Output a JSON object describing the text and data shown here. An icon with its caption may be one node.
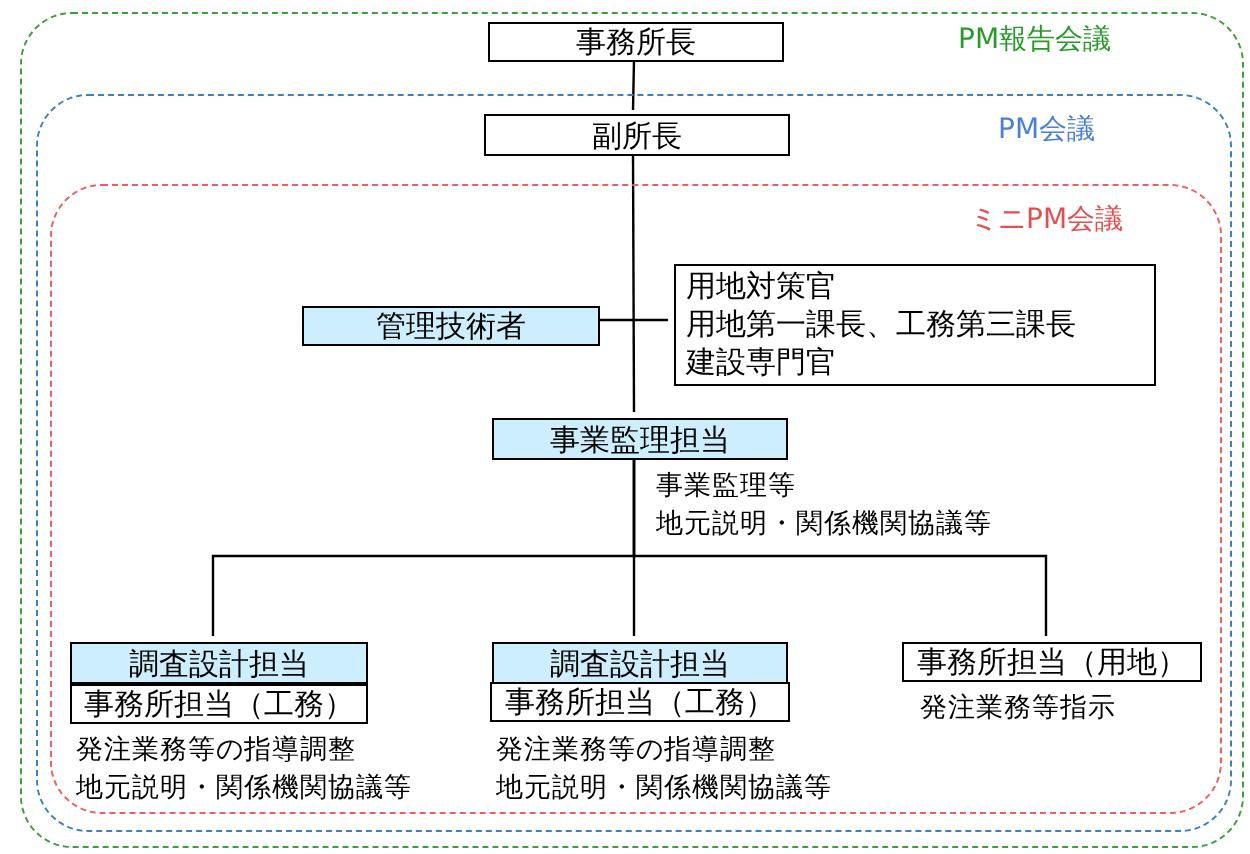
{
  "diagram": {
    "nodes": [
      {
        "text": [
          "PM報告会議"
        ]
      },
      {
        "text": [
          "PM会議"
        ],
        "in": 0
      },
      {
        "text": [
          "ミニPM会議"
        ],
        "in": 1
      },
      {
        "text": [
          "事務所長"
        ],
        "in": 0
      },
      {
        "text": [
          "副所長"
        ],
        "in": 1
      },
      {
        "text": [
          "管理技術者"
        ],
        "in": 2
      },
      {
        "text": [
          "用地対策官",
          "用地第一課長、工務第三課長",
          "建設専門官"
        ],
        "in": 2
      },
      {
        "text": [
          "事業監理担当"
        ],
        "in": 2,
        "beside": [
          "事業監理等",
          "地元説明・関係機関協議等"
        ]
      },
      {
        "text": [
          "調査設計担当"
        ],
        "in": 2
      },
      {
        "text": [
          "事務所担当（工務）"
        ],
        "in": 2,
        "beside": [
          "発注業務等の指導調整",
          "地元説明・関係機関協議等"
        ]
      },
      {
        "text": [
          "調査設計担当"
        ],
        "in": 2
      },
      {
        "text": [
          "事務所担当（工務）"
        ],
        "in": 2,
        "beside": [
          "発注業務等の指導調整",
          "地元説明・関係機関協議等"
        ]
      },
      {
        "text": [
          "事務所担当（用地）"
        ],
        "in": 2,
        "beside": [
          "発注業務等指示"
        ]
      }
    ],
    "edges": [
      {
        "from": 3,
        "to": 4,
        "arrow": "none"
      },
      {
        "from": 4,
        "to": 7,
        "arrow": "none"
      },
      {
        "from": 5,
        "to": 6,
        "arrow": "none"
      },
      {
        "from": 7,
        "to": 8,
        "arrow": "none"
      },
      {
        "from": 7,
        "to": 10,
        "arrow": "none"
      },
      {
        "from": 7,
        "to": 12,
        "arrow": "none"
      }
    ]
  }
}
